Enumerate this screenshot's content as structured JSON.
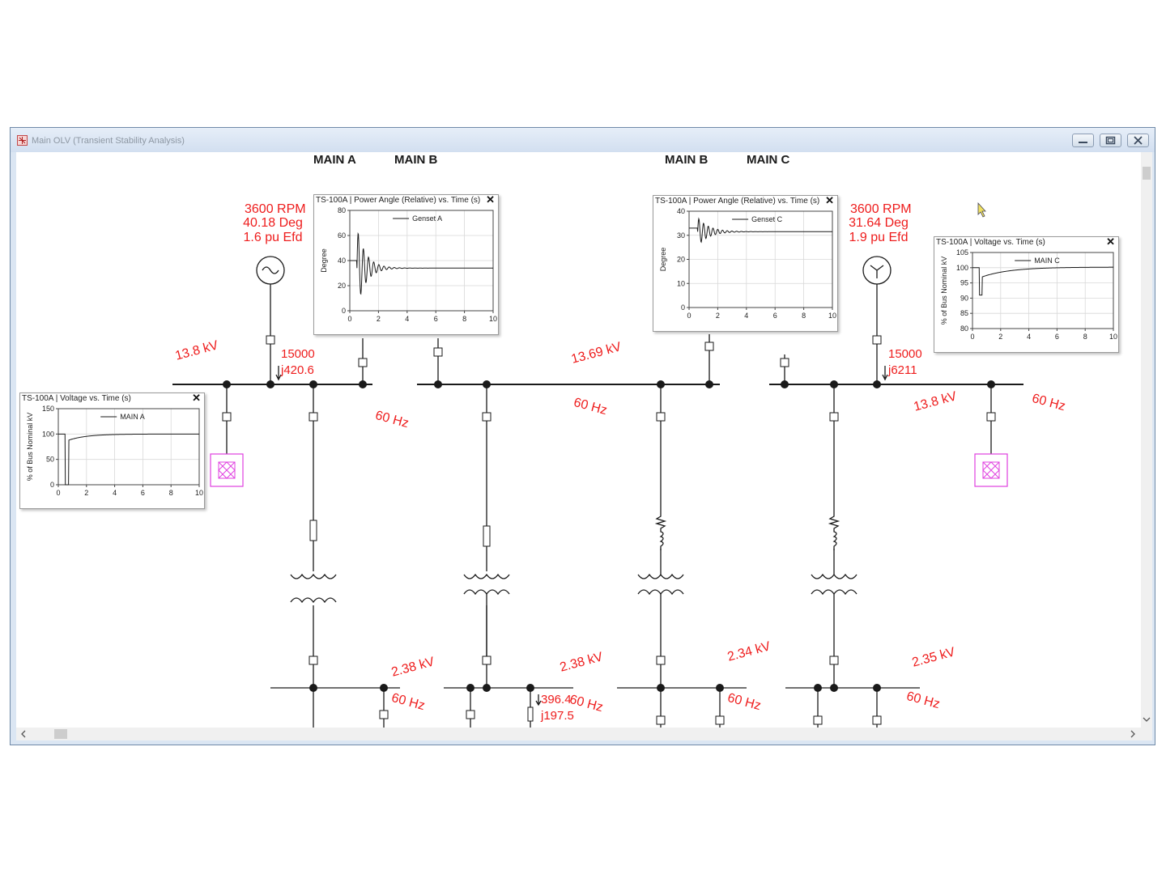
{
  "window": {
    "title": "Main OLV (Transient Stability Analysis)",
    "minimize_icon": "minimize-icon",
    "maximize_icon": "maximize-icon",
    "close_icon": "close-icon",
    "scroll_down_icon": "chevron-down-icon",
    "scroll_left_icon": "chevron-left-icon",
    "scroll_right_icon": "chevron-right-icon"
  },
  "bus_names": [
    "MAIN A",
    "MAIN B",
    "MAIN B",
    "MAIN C"
  ],
  "genset_a": {
    "rpm": "3600 RPM",
    "angle": "40.18 Deg",
    "efd": "1.6 pu Efd",
    "flow_p": "15000",
    "flow_q": "j420.6"
  },
  "genset_c": {
    "rpm": "3600 RPM",
    "angle": "31.64 Deg",
    "efd": "1.9 pu Efd",
    "flow_p": "15000",
    "flow_q": "j6211"
  },
  "labels": {
    "main_a_kv": "13.8 kV",
    "main_a_hz": "60 Hz",
    "main_b_kv": "13.69 kV",
    "main_b_hz": "60 Hz",
    "main_c_kv": "13.8 kV",
    "main_c_hz": "60 Hz",
    "lv1_kv": "2.38 kV",
    "lv1_hz": "60 Hz",
    "lv2_kv": "2.38 kV",
    "lv2_hz": "60 Hz",
    "lv3_kv": "2.34 kV",
    "lv3_hz": "60 Hz",
    "lv4_kv": "2.35 kV",
    "lv4_hz": "60 Hz",
    "load_p": "396.4",
    "load_q": "j197.5"
  },
  "colors": {
    "annotation": "#ee1c1c",
    "load_symbol": "#e040e0",
    "line": "#1a1a1a"
  },
  "plots": {
    "angle_a": {
      "title": "TS-100A | Power Angle (Relative) vs. Time (s)",
      "close": "✕"
    },
    "angle_c": {
      "title": "TS-100A | Power Angle (Relative) vs. Time (s)",
      "close": "✕"
    },
    "volt_a": {
      "title": "TS-100A | Voltage vs. Time (s)",
      "close": "✕"
    },
    "volt_c": {
      "title": "TS-100A | Voltage vs. Time (s)",
      "close": "✕"
    }
  },
  "chart_data": [
    {
      "type": "line",
      "title": "TS-100A | Power Angle (Relative) vs. Time (s)",
      "xlabel": "",
      "ylabel": "Degree",
      "xlim": [
        0,
        10
      ],
      "ylim": [
        0,
        80
      ],
      "xticks": [
        0,
        2,
        4,
        6,
        8,
        10
      ],
      "yticks": [
        0,
        20,
        40,
        60,
        80
      ],
      "grid": true,
      "legend": "top-center",
      "series": [
        {
          "name": "Genset A",
          "kind": "damped",
          "initial": 40,
          "final": 34,
          "amp": 32,
          "period": 0.36,
          "decay": 1.6,
          "fault_t": 0.5
        }
      ]
    },
    {
      "type": "line",
      "title": "TS-100A | Power Angle (Relative) vs. Time (s)",
      "xlabel": "",
      "ylabel": "Degree",
      "xlim": [
        0,
        10
      ],
      "ylim": [
        0,
        40
      ],
      "xticks": [
        0,
        2,
        4,
        6,
        8,
        10
      ],
      "yticks": [
        0,
        10,
        20,
        30,
        40
      ],
      "grid": true,
      "legend": "top-center",
      "series": [
        {
          "name": "Genset C",
          "kind": "damped",
          "initial": 33,
          "final": 31.5,
          "amp": 6,
          "period": 0.33,
          "decay": 1.3,
          "fault_t": 0.6
        }
      ]
    },
    {
      "type": "line",
      "title": "TS-100A | Voltage vs. Time (s)",
      "xlabel": "",
      "ylabel": "% of Bus Nominal kV",
      "xlim": [
        0,
        10
      ],
      "ylim": [
        0,
        150
      ],
      "xticks": [
        0,
        2,
        4,
        6,
        8,
        10
      ],
      "yticks": [
        0,
        50,
        100,
        150
      ],
      "grid": true,
      "legend": "top-center",
      "series": [
        {
          "name": "MAIN A",
          "kind": "dip",
          "initial": 100,
          "dip": 0,
          "t0": 0.5,
          "t1": 0.75,
          "recover": 88,
          "final": 100,
          "tau": 1.3
        }
      ]
    },
    {
      "type": "line",
      "title": "TS-100A | Voltage vs. Time (s)",
      "xlabel": "",
      "ylabel": "% of Bus Nominal kV",
      "xlim": [
        0,
        10
      ],
      "ylim": [
        80,
        105
      ],
      "xticks": [
        0,
        2,
        4,
        6,
        8,
        10
      ],
      "yticks": [
        80,
        85,
        90,
        95,
        100,
        105
      ],
      "grid": true,
      "legend": "top-center",
      "series": [
        {
          "name": "MAIN C",
          "kind": "dip",
          "initial": 100,
          "dip": 91,
          "t0": 0.5,
          "t1": 0.7,
          "recover": 97,
          "final": 100.2,
          "tau": 2.0
        }
      ]
    }
  ]
}
